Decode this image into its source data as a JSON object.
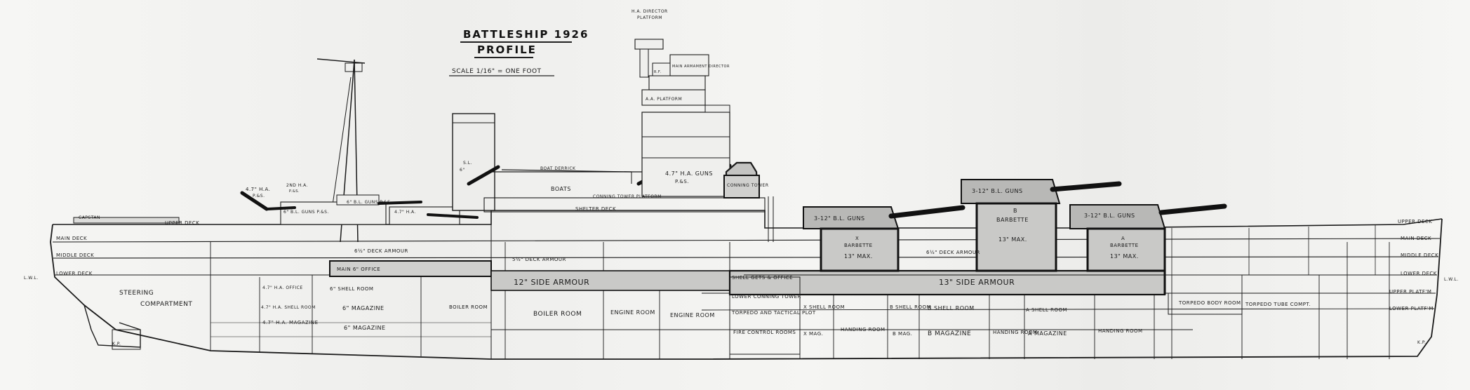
{
  "title": {
    "line1": "BATTLESHIP 1926",
    "line2": "PROFILE",
    "scale": "SCALE 1/16\" = ONE FOOT"
  },
  "decks": {
    "upper_deck_aft": "UPPER DECK",
    "main_deck_aft": "MAIN DECK",
    "middle_deck_aft": "MIDDLE DECK",
    "lower_deck_aft": "LOWER DECK",
    "lwl_aft": "L.W.L.",
    "shelter_deck": "SHELTER DECK",
    "upper_deck_fwd": "UPPER DECK",
    "main_deck_fwd": "MAIN DECK",
    "middle_deck_fwd": "MIDDLE DECK",
    "lower_deck_fwd": "LOWER DECK",
    "upper_platform_fwd": "UPPER PLATF'M",
    "lower_platform_fwd": "LOWER PLATF'M",
    "lwl_fwd": "L.W.L.",
    "kp_aft": "K.P.",
    "kp_fwd": "K.P."
  },
  "superstructure": {
    "ha_director": "H.A. DIRECTOR",
    "ha_director_platform": "PLATFORM",
    "main_armament_director": "MAIN ARMAMENT DIRECTOR",
    "rangefinder": "R.F.",
    "aa_platform": "A.A. PLATFORM",
    "boat_derrick": "BOAT DERRICK",
    "boats": "BOATS",
    "conning_tower_platform": "CONNING TOWER PLATFORM",
    "ha_guns_fwd": "4.7\" H.A. GUNS",
    "ha_guns_fwd_sub": "P.&S.",
    "ha_guns_aft": "4.7\" H.A.",
    "ha_guns_aft_sub": "P.&S.",
    "secondary_6_aft": "6\" B.L. GUNS P.&S.",
    "secondary_6_mid": "6\" B.L. GUNS P.&S.",
    "secondary_6_top": "2ND H.A.",
    "secondary_6_top_sub": "P.&S.",
    "searchlight": "S.L.",
    "spotting_top": "6\"",
    "conning_tower": "CONNING TOWER",
    "quarter_deck": "CAPSTAN",
    "funnel_pair": "4.7\" H.A."
  },
  "turrets": {
    "x_guns": "3-12\" B.L. GUNS",
    "b_guns": "3-12\" B.L. GUNS",
    "a_guns": "3-12\" B.L. GUNS",
    "b_barbette_title": "B",
    "b_barbette": "BARBETTE",
    "b_max": "13\" MAX.",
    "x_max": "13\" MAX.",
    "a_barbette_title": "A",
    "a_barbette": "BARBETTE",
    "a_max": "13\" MAX.",
    "x_barbette_title": "X",
    "x_barbette": "BARBETTE"
  },
  "armour": {
    "deck_aft": "6½\" DECK ARMOUR",
    "deck_mid": "5½\" DECK ARMOUR",
    "deck_fwd": "6½\" DECK ARMOUR",
    "side_12": "12\" SIDE ARMOUR",
    "side_13": "13\" SIDE ARMOUR"
  },
  "compartments": {
    "steering": "STEERING",
    "steering_2": "COMPARTMENT",
    "aft_office": "4.7\" H.A. OFFICE",
    "aft_shell": "4.7\" H.A. SHELL ROOM",
    "aft_mag": "4.7\" H.A. MAGAZINE",
    "main_office": "MAIN 6\" OFFICE",
    "shell_6": "6\" SHELL ROOM",
    "magazine_6a": "6\" MAGAZINE",
    "magazine_6b": "6\" MAGAZINE",
    "boiler_room_small": "BOILER ROOM",
    "boiler_room": "BOILER ROOM",
    "engine_room_1": "ENGINE ROOM",
    "engine_room_2": "ENGINE ROOM",
    "shell_gets_office": "SHELL GETS & OFFICE",
    "lower_conning": "LOWER CONNING TOWER",
    "torpedo_tactical": "TORPEDO AND TACTICAL PLOT",
    "fire_control": "FIRE CONTROL ROOMS",
    "x_shell": "X SHELL ROOM",
    "x_mag": "X MAG.",
    "handing_1": "HANDING ROOM",
    "b_shell_small": "B SHELL ROOM",
    "b_mag_small": "B MAG.",
    "b_shell": "B SHELL ROOM",
    "b_magazine": "B MAGAZINE",
    "handing_2": "HANDING ROOM",
    "a_shell": "A SHELL ROOM",
    "a_magazine": "A MAGAZINE",
    "handing_3": "HANDING ROOM",
    "torpedo_body": "TORPEDO BODY ROOM",
    "torpedo_tube": "TORPEDO TUBE COMPT."
  },
  "colors": {
    "ink": "#1a1a1a",
    "paper": "#f4f4f2",
    "armour_fill": "#c9c9c7",
    "turret_fill": "#b8b8b6"
  }
}
